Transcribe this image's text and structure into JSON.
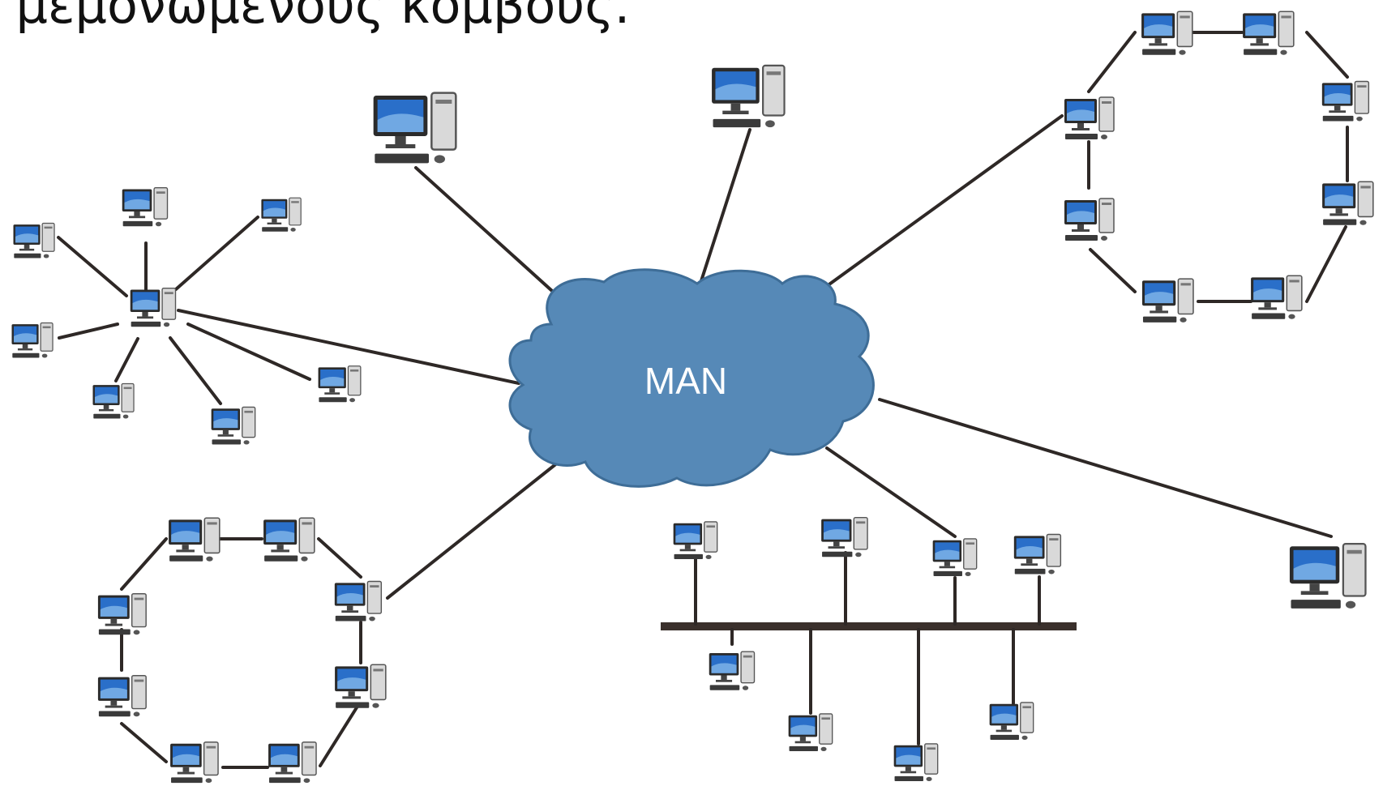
{
  "slide": {
    "heading_fragment": "αι μεμονωμένους κόμβους."
  },
  "diagram": {
    "center_label": "MAN",
    "colors": {
      "cloud_fill": "#5689b7",
      "cloud_stroke": "#3e6d97",
      "link": "#2e2826",
      "monitor_screen": "#2a6fc9"
    },
    "node_icon": "desktop-computer-icon",
    "segments": [
      {
        "name": "star-lan",
        "topology": "star",
        "computers": 8
      },
      {
        "name": "ring-lan-top-right",
        "topology": "ring",
        "computers": 8
      },
      {
        "name": "ring-lan-bottom-left",
        "topology": "ring",
        "computers": 8
      },
      {
        "name": "bus-lan",
        "topology": "bus",
        "computers": 8
      },
      {
        "name": "isolated-nodes",
        "topology": "single",
        "computers": 3
      }
    ]
  }
}
